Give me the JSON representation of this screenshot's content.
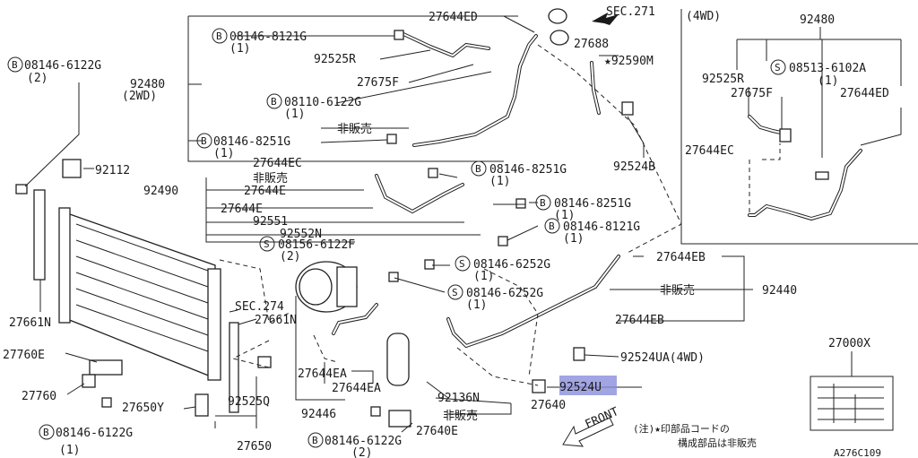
{
  "labels": {
    "sec271": "SEC.271",
    "p27644ED_top": "27644ED",
    "p27688": "27688",
    "p92590M": "★92590M",
    "b_8121_a": "08146-8121G",
    "b_8121_a_q": "(1)",
    "p92525R_left": "92525R",
    "p27675F_left": "27675F",
    "b_6122_top": "08146-6122G",
    "b_6122_top_q": "(2)",
    "p92480_left": "92480",
    "p2wd": "(2WD)",
    "b_08110": "08110-6122G",
    "b_08110_q": "(1)",
    "hihanbai_1": "非販売",
    "b_8251_a": "08146-8251G",
    "b_8251_a_q": "(1)",
    "p27644EC_mid": "27644EC",
    "p92524B": "92524B",
    "p92112": "92112",
    "b_8251_b": "08146-8251G",
    "b_8251_b_q": "(1)",
    "p92490": "92490",
    "hihanbai_2": "非販売",
    "p27644E_a": "27644E",
    "b_8251_c": "08146-8251G",
    "b_8251_c_q": "(1)",
    "p27644E_b": "27644E",
    "p92551": "92551",
    "b_8121_b": "08146-8121G",
    "b_8121_b_q": "(1)",
    "p92552N": "92552N",
    "s_08156": "08156-6122F",
    "s_08156_q": "(2)",
    "p27644EB_top": "27644EB",
    "b_6252_a": "08146-6252G",
    "b_6252_a_q": "(1)",
    "hihanbai_3": "非販売",
    "p92440": "92440",
    "b_6252_b": "08146-6252G",
    "b_6252_b_q": "(1)",
    "sec274": "SEC.274",
    "p27661N_mid": "27661N",
    "p27661N_left": "27661N",
    "p27644EB_mid": "27644EB",
    "p27760E": "27760E",
    "p92524UA": "92524UA(4WD)",
    "p27760": "27760",
    "p27644EA_a": "27644EA",
    "p27644EA_b": "27644EA",
    "p92524U": "92524U",
    "p27650Y": "27650Y",
    "p92525Q": "92525Q",
    "p92136N": "92136N",
    "p92446": "92446",
    "hihanbai_4": "非販売",
    "p27640": "27640",
    "b_6122_bl": "08146-6122G",
    "b_6122_bl_q": "(1)",
    "p27650": "27650",
    "b_6122_bc": "08146-6122G",
    "b_6122_bc_q": "(2)",
    "p27640E": "27640E",
    "front": "FRONT",
    "note_1": "(注)★印部品コードの",
    "note_2": "構成部品は非販売",
    "p27000X": "27000X",
    "fig_code": "A276C109"
  },
  "inset": {
    "title": "(4WD)",
    "p92480": "92480",
    "p92525R": "92525R",
    "s_08513": "08513-6102A",
    "s_08513_q": "(1)",
    "p27675F": "27675F",
    "p27644ED": "27644ED",
    "p27644EC": "27644EC"
  },
  "symbols": {
    "bolt_marker": "B",
    "screw_marker": "S"
  },
  "colors": {
    "highlight": "#8a8fdc",
    "ink": "#1a1a1a"
  }
}
